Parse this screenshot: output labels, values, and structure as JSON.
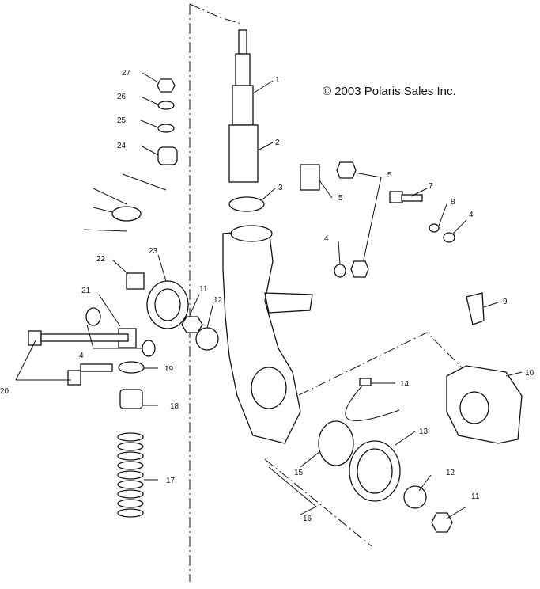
{
  "copyright": "© 2003 Polaris Sales Inc.",
  "callouts": [
    "1",
    "2",
    "3",
    "5",
    "5",
    "7",
    "8",
    "4",
    "4",
    "9",
    "10",
    "14",
    "13",
    "12",
    "11",
    "15",
    "16",
    "27",
    "26",
    "25",
    "24",
    "22",
    "23",
    "21",
    "11",
    "12",
    "4",
    "19",
    "18",
    "20",
    "17"
  ]
}
